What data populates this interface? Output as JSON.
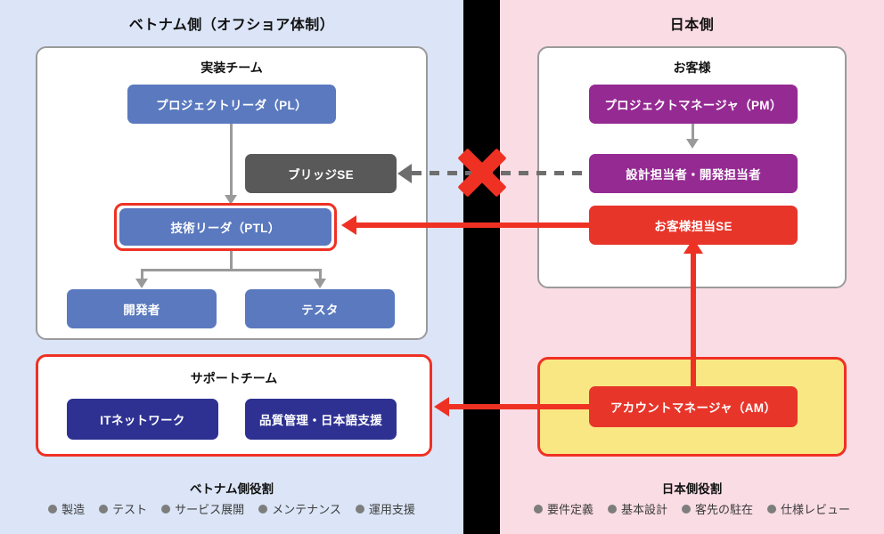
{
  "colors": {
    "vietnam_panel_bg": "#dbe5f7",
    "japan_panel_bg": "#fadce5",
    "divider": "#000000",
    "blue_node": "#5a79bf",
    "gray_node": "#595959",
    "purple_node": "#952a93",
    "navy_node": "#2e3192",
    "red_node": "#e8352a",
    "yellow_group": "#f9e784",
    "red_accent": "#ef3124",
    "gray_connector": "#9a9a9a"
  },
  "vietnam": {
    "title": "ベトナム側（オフショア体制）",
    "impl_team": {
      "title": "実装チーム",
      "nodes": {
        "pl": "プロジェクトリーダ（PL）",
        "bridge_se": "ブリッジSE",
        "ptl": "技術リーダ（PTL）",
        "developer": "開発者",
        "tester": "テスタ"
      }
    },
    "support_team": {
      "title": "サポートチーム",
      "nodes": {
        "it_network": "ITネットワーク",
        "qa_jp": "品質管理・日本語支援"
      }
    },
    "roles": {
      "title": "ベトナム側役割",
      "items": [
        "製造",
        "テスト",
        "サービス展開",
        "メンテナンス",
        "運用支援"
      ]
    }
  },
  "japan": {
    "title": "日本側",
    "customer": {
      "title": "お客様",
      "nodes": {
        "pm": "プロジェクトマネージャ（PM）",
        "designer_dev": "設計担当者・開発担当者",
        "customer_se": "お客様担当SE"
      }
    },
    "account": {
      "node": "アカウントマネージャ（AM）"
    },
    "roles": {
      "title": "日本側役割",
      "items": [
        "要件定義",
        "基本設計",
        "客先の駐在",
        "仕様レビュー"
      ]
    }
  },
  "connectors": {
    "blocked_link_label": "x-mark",
    "dashed_link": "ブリッジSE ⇠ 設計担当者・開発担当者"
  }
}
